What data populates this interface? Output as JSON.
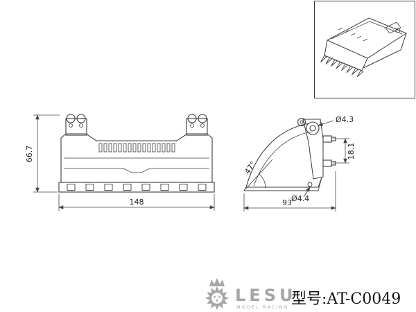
{
  "views": {
    "front": {
      "height": "66.7",
      "width": "148"
    },
    "side": {
      "pin_diameter": "Ø4.3",
      "pin_offset": "18.1",
      "blade_angle": "47°",
      "hole_diameter": "Ø4.4",
      "depth": "93"
    }
  },
  "footer": {
    "brand": "LESU",
    "brand_sub": "MODEL RACING",
    "model": "型号:AT-C0049",
    "logo_icon": "lion-crown-logo-icon"
  },
  "colors": {
    "line": "#3b3b3b",
    "dimension": "#444444",
    "brand_gray": "#a6a6a6",
    "text": "#111111"
  }
}
